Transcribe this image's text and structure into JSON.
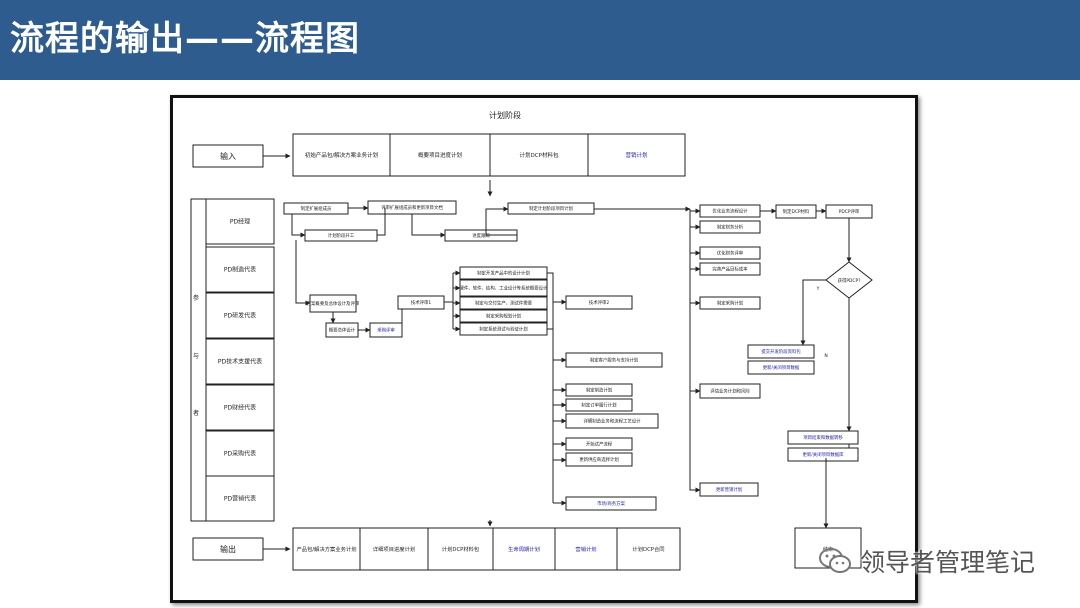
{
  "header": {
    "title": "流程的输出——流程图"
  },
  "colors": {
    "header_bg": "#2e5c8e",
    "line": "#222222",
    "blue_text": "#1a1aa8"
  },
  "diagram": {
    "stage_title": "计划阶段",
    "input_label": "输入",
    "output_label": "输出",
    "input_items": [
      "初始产品包/解决方案业务计划",
      "概要项目进度计划",
      "计划DCP材料包",
      "营销计划"
    ],
    "output_items": [
      "产品包/解决方案业务计划",
      "详细项目进度计划",
      "计划DCP材料包",
      "生命周期计划",
      "营销计划",
      "计划DCP合同"
    ],
    "participant_label": "参与者",
    "roles": [
      "PD经理",
      "PD制造代表",
      "PD研发代表",
      "PD技术支援代表",
      "PD财经代表",
      "PD采购代表",
      "PD营销代表"
    ],
    "tasks": [
      "制定扩展组成员",
      "评审扩展组成员和更新项目文档",
      "计划阶段开工",
      "进度跟踪",
      "制定计划阶段项目计划",
      "方案概要及总体设计及评审",
      "概要总体设计",
      "采购评审",
      "技术评审1",
      "制定开发产品中的设计计划",
      "硬件、软件、结构、工业设计等系统概要设计",
      "制定与交付生产、测试件需要",
      "制定采购规划计划",
      "制定系统测试与验证计划",
      "技术评审2",
      "制定客户服务与支持计划",
      "制定制造计划",
      "制定订单履行计划",
      "详细制造业务和流程工艺设计",
      "开始试产流程",
      "更新供应商选择计划",
      "市场/商务方案",
      "优化业务流程设计",
      "制定财务分析",
      "优化财务评审",
      "完善产品目标成本",
      "制定采购计划",
      "评估业务计划和风险",
      "更新营销计划",
      "制定DCP材料",
      "PDCP评审",
      "获得PDCP?",
      "提交开发阶段资料包",
      "更新/关闭项目数据",
      "项目结束和数据转移",
      "更新/关闭项目数据库"
    ]
  }
}
